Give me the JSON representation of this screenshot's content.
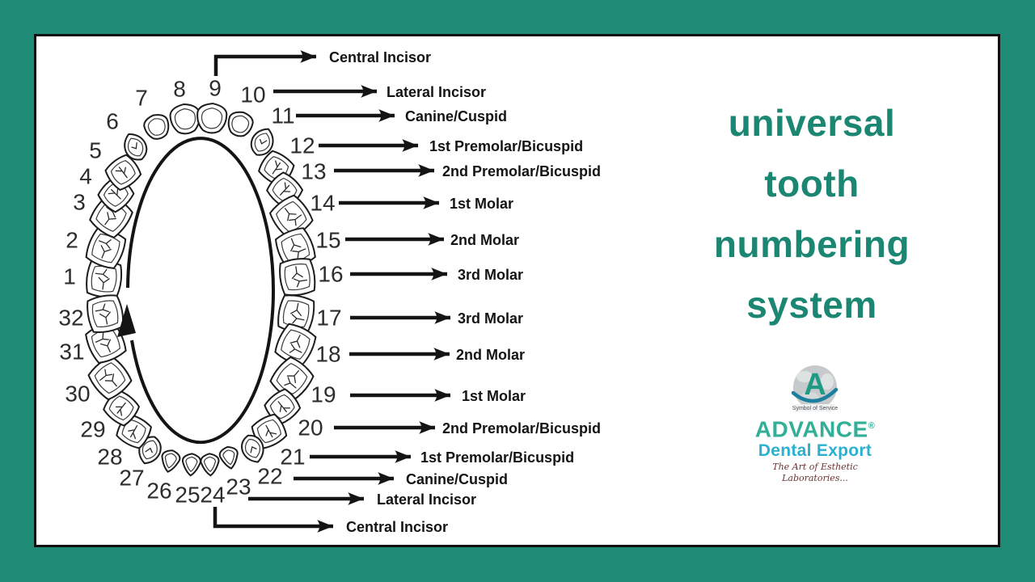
{
  "frame": {
    "border_color": "#1f8b77",
    "card_background": "#ffffff",
    "ink_color": "#141414"
  },
  "title": {
    "lines": [
      "universal",
      "tooth",
      "numbering",
      "system"
    ],
    "color": "#1b8671"
  },
  "diagram": {
    "tooth_numbers": [
      "1",
      "2",
      "3",
      "4",
      "5",
      "6",
      "7",
      "8",
      "9",
      "10",
      "11",
      "12",
      "13",
      "14",
      "15",
      "16",
      "17",
      "18",
      "19",
      "20",
      "21",
      "22",
      "23",
      "24",
      "25",
      "26",
      "27",
      "28",
      "29",
      "30",
      "31",
      "32"
    ],
    "callouts": [
      {
        "tooth": "9",
        "label": "Central Incisor"
      },
      {
        "tooth": "10",
        "label": "Lateral Incisor"
      },
      {
        "tooth": "11",
        "label": "Canine/Cuspid"
      },
      {
        "tooth": "12",
        "label": "1st Premolar/Bicuspid"
      },
      {
        "tooth": "13",
        "label": "2nd Premolar/Bicuspid"
      },
      {
        "tooth": "14",
        "label": "1st Molar"
      },
      {
        "tooth": "15",
        "label": "2nd Molar"
      },
      {
        "tooth": "16",
        "label": "3rd Molar"
      },
      {
        "tooth": "17",
        "label": "3rd Molar"
      },
      {
        "tooth": "18",
        "label": "2nd Molar"
      },
      {
        "tooth": "19",
        "label": "1st Molar"
      },
      {
        "tooth": "20",
        "label": "2nd Premolar/Bicuspid"
      },
      {
        "tooth": "21",
        "label": "1st Premolar/Bicuspid"
      },
      {
        "tooth": "22",
        "label": "Canine/Cuspid"
      },
      {
        "tooth": "23",
        "label": "Lateral Incisor"
      },
      {
        "tooth": "24",
        "label": "Central Incisor"
      }
    ]
  },
  "logo": {
    "monogram": "A",
    "symbol_caption": "Symbol of Service",
    "brand": "ADVANCE",
    "reg_mark": "®",
    "division": "Dental Export",
    "tagline": "The Art of Esthetic Laboratories...",
    "brand_color": "#31af97",
    "division_color": "#2bb0d0",
    "tagline_color": "#6b3333",
    "swoosh_color": "#1c7f9e",
    "monogram_color": "#1f9b85"
  }
}
